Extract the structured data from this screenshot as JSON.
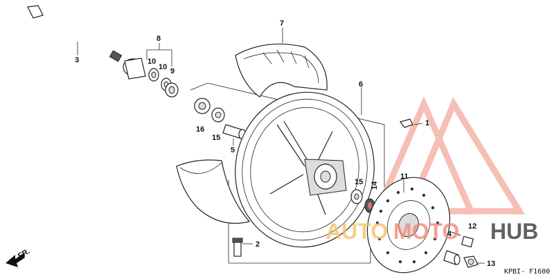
{
  "diagram_code": "KPBI- F1600",
  "fr_label": "FR.",
  "watermark": {
    "word_a": "AUTO",
    "word_b": "MOTO",
    "word_c": "HUB",
    "color_primary": "#f5c26b",
    "color_secondary": "#f08a7a",
    "color_dark": "#3a3a3a"
  },
  "part_numbers": {
    "p1": "1",
    "p2": "2",
    "p3": "3",
    "p4": "4",
    "p5": "5",
    "p6": "6",
    "p7": "7",
    "p8": "8",
    "p9": "9",
    "p10a": "10",
    "p10b": "10",
    "p11": "11",
    "p12": "12",
    "p13": "13",
    "p14": "14",
    "p15a": "15",
    "p15b": "15",
    "p16": "16"
  }
}
